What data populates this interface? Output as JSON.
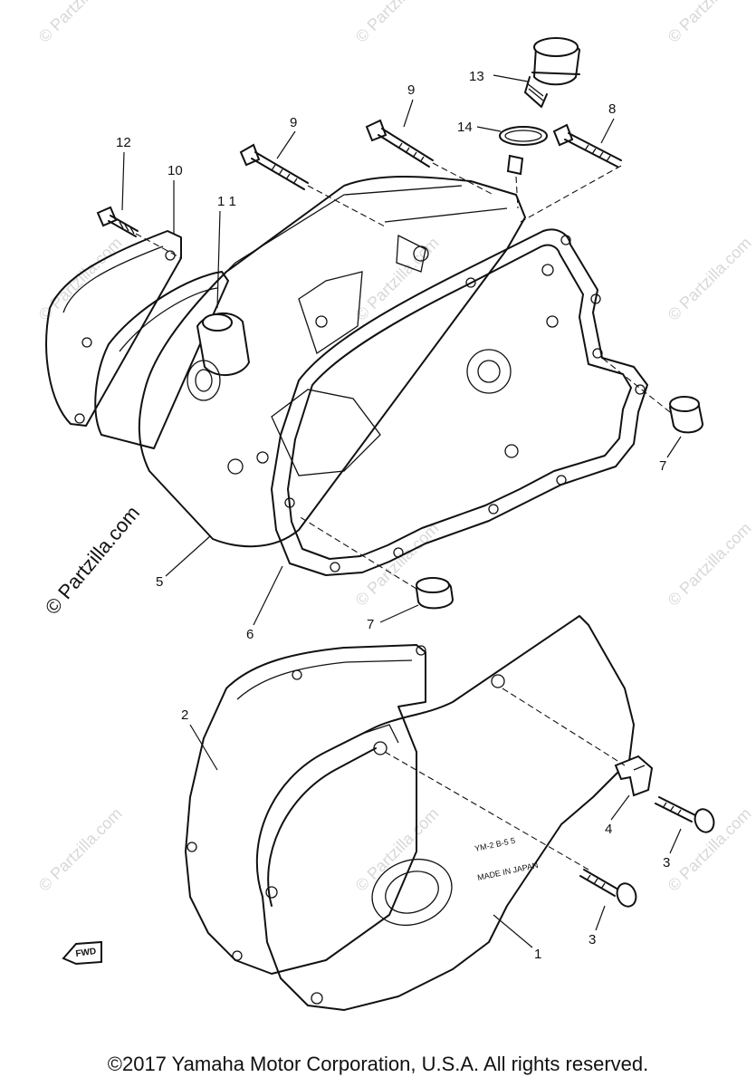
{
  "watermark": {
    "small_text": "© Partzilla.com",
    "large_text": "© Partzilla.com"
  },
  "callouts": [
    {
      "id": "13",
      "label": "13"
    },
    {
      "id": "9a",
      "label": "9"
    },
    {
      "id": "9b",
      "label": "9"
    },
    {
      "id": "14",
      "label": "14"
    },
    {
      "id": "8",
      "label": "8"
    },
    {
      "id": "12",
      "label": "12"
    },
    {
      "id": "10",
      "label": "10"
    },
    {
      "id": "11",
      "label": "1 1"
    },
    {
      "id": "7a",
      "label": "7"
    },
    {
      "id": "5",
      "label": "5"
    },
    {
      "id": "6",
      "label": "6"
    },
    {
      "id": "7b",
      "label": "7"
    },
    {
      "id": "2",
      "label": "2"
    },
    {
      "id": "4",
      "label": "4"
    },
    {
      "id": "3a",
      "label": "3"
    },
    {
      "id": "3b",
      "label": "3"
    },
    {
      "id": "1",
      "label": "1"
    }
  ],
  "fwd_badge": "FWD",
  "copyright": "©2017 Yamaha Motor Corporation, U.S.A. All rights reserved.",
  "colors": {
    "line": "#111111",
    "watermark": "#d8d8d8",
    "background": "#ffffff"
  }
}
